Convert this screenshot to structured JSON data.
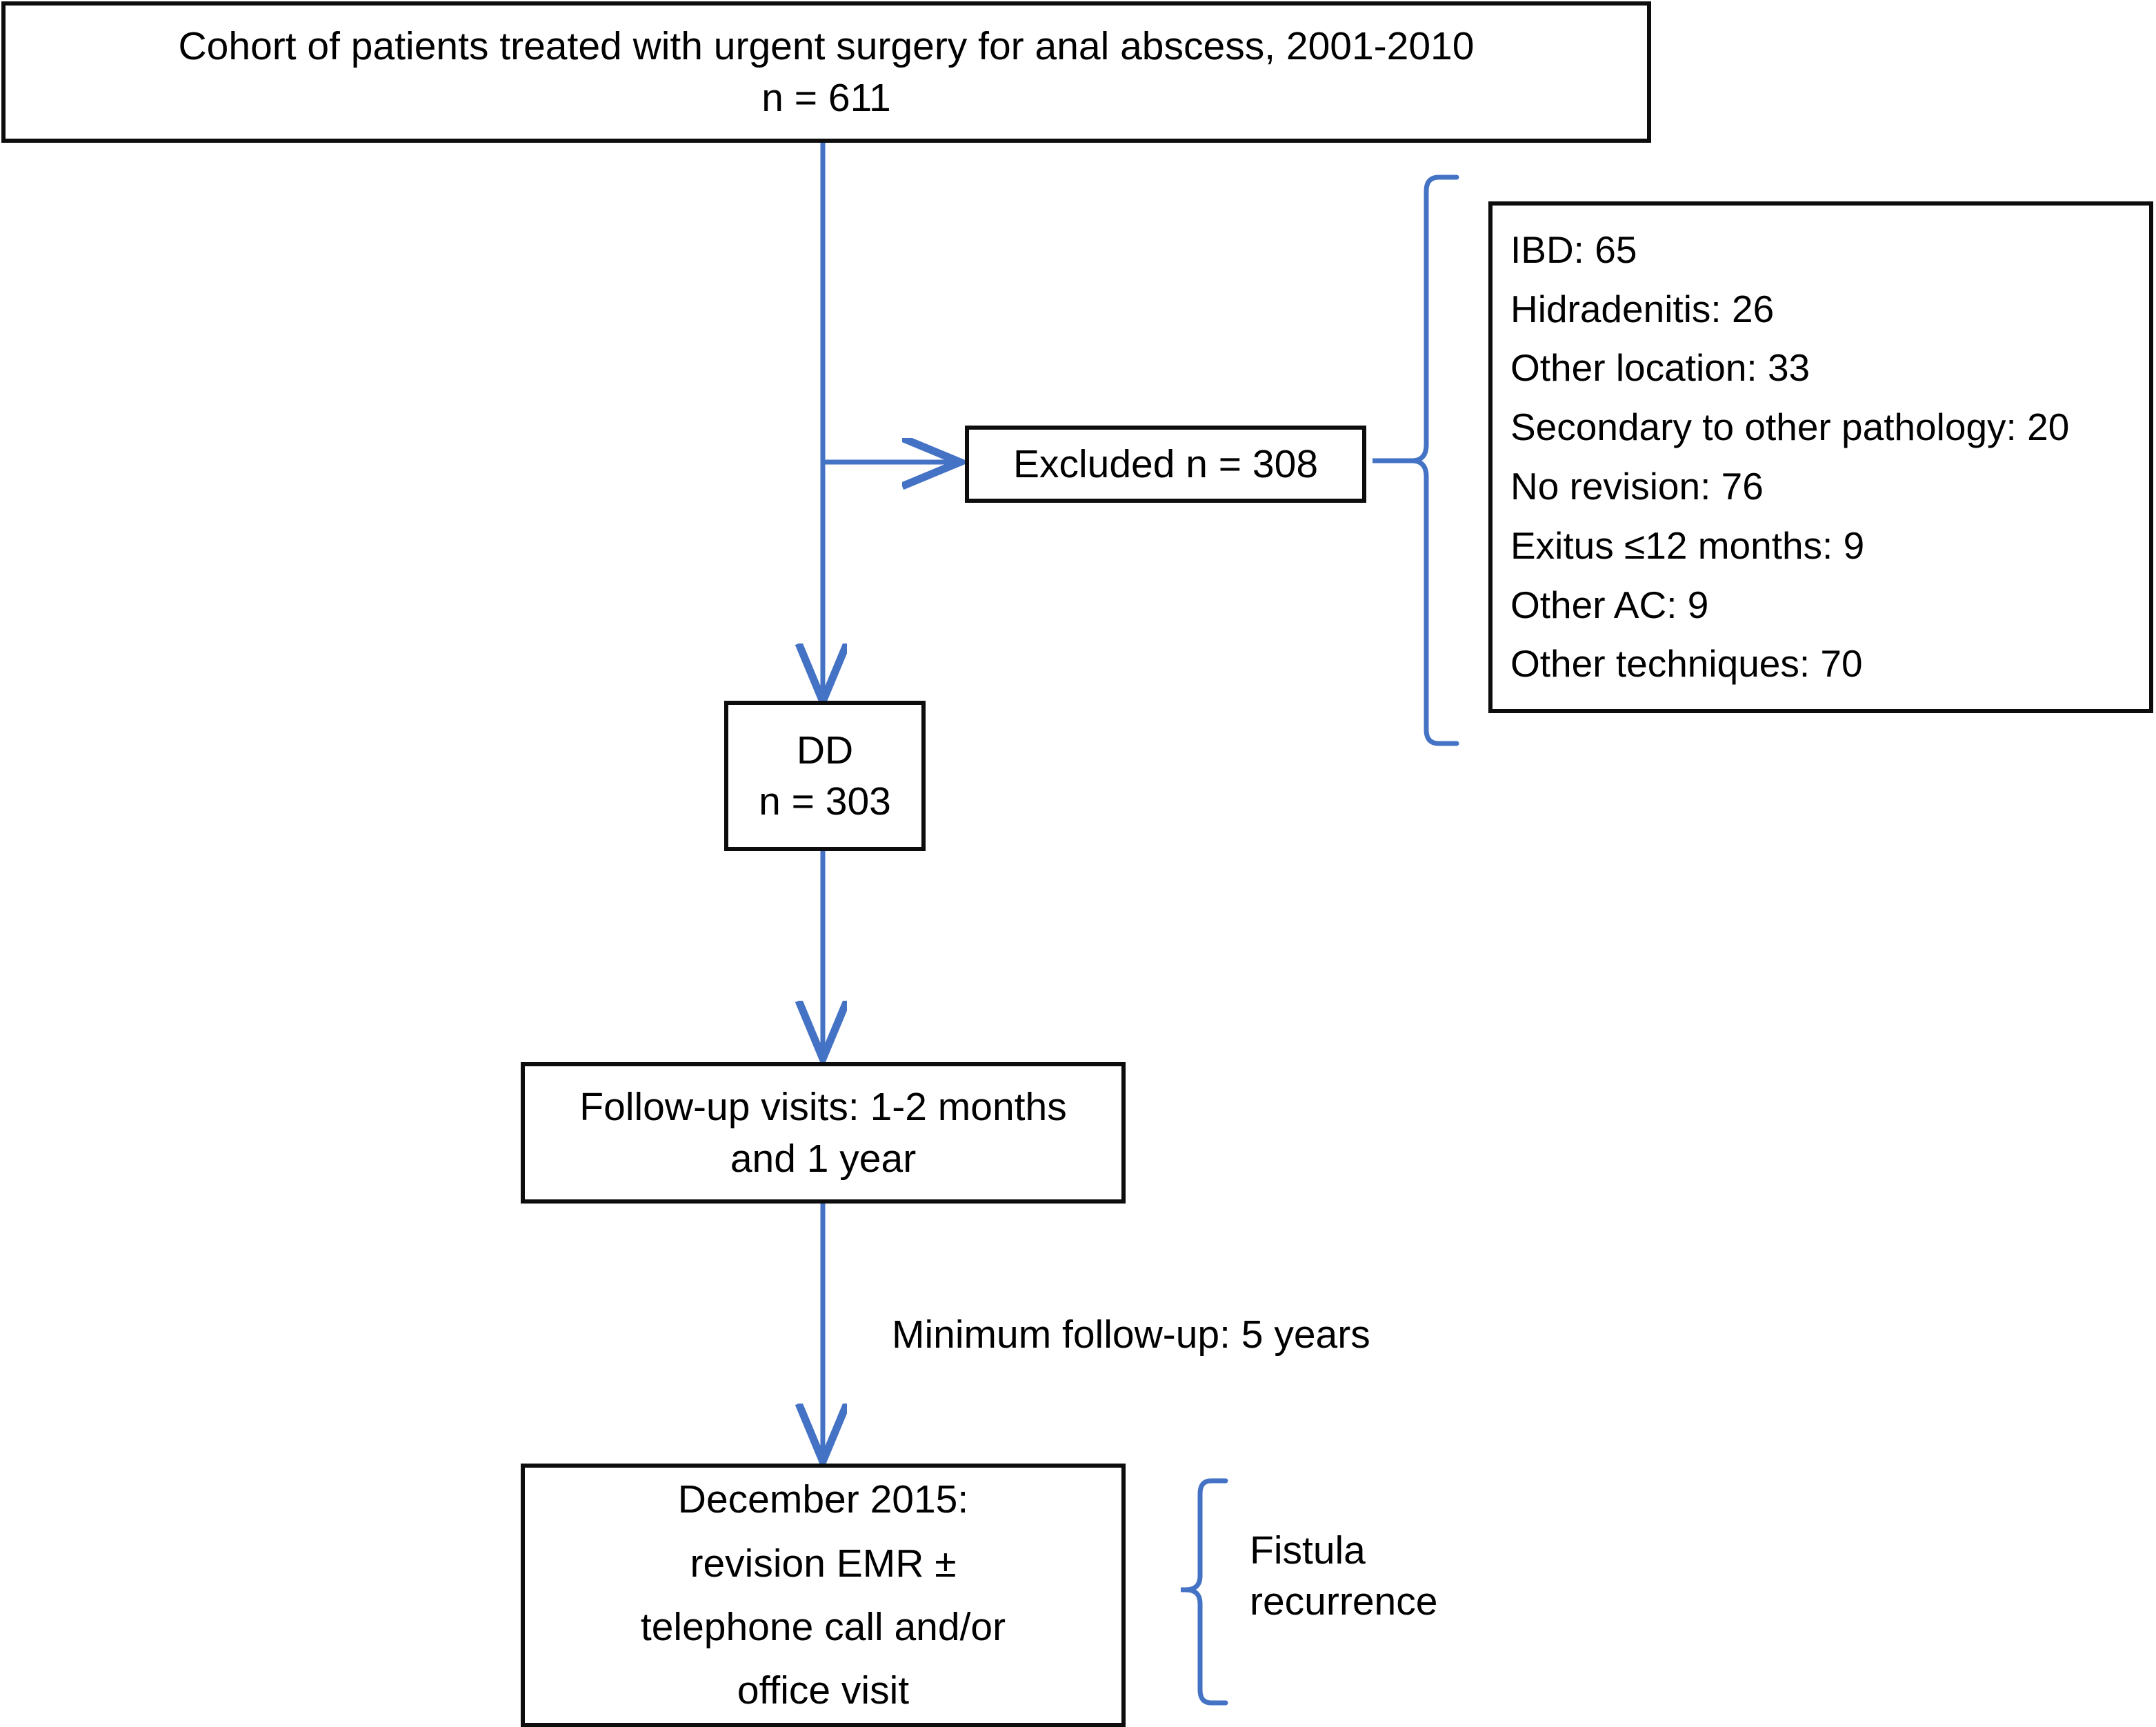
{
  "diagram": {
    "type": "flowchart",
    "accent_color": "#4472C4",
    "border_color": "#0D0D0D",
    "background_color": "#FFFFFF",
    "text_color": "#000000"
  },
  "nodes": {
    "cohort": {
      "line1": "Cohort of patients treated with urgent surgery for anal abscess, 2001-2010",
      "line2": "n = 611"
    },
    "excluded": {
      "label": "Excluded n = 308"
    },
    "exclusion_list": {
      "items": [
        "IBD: 65",
        "Hidradenitis: 26",
        "Other location: 33",
        "Secondary to other pathology: 20",
        "No revision: 76",
        "Exitus ≤12 months: 9",
        "Other AC: 9",
        "Other techniques: 70"
      ]
    },
    "dd": {
      "line1": "DD",
      "line2": "n = 303"
    },
    "followup": {
      "line1": "Follow-up visits: 1-2 months",
      "line2": "and 1 year"
    },
    "december": {
      "line1": "December 2015:",
      "line2": "revision EMR ±",
      "line3": "telephone call and/or",
      "line4": "office visit"
    }
  },
  "labels": {
    "minimum_followup": "Minimum follow-up: 5 years",
    "fistula_line1": "Fistula",
    "fistula_line2": "recurrence"
  },
  "chart_data": {
    "type": "flow-diagram",
    "title": "Cohort of patients treated with urgent surgery for anal abscess, 2001-2010",
    "total_n": 611,
    "excluded_n": 308,
    "included_n": 303,
    "exclusion_breakdown": [
      {
        "reason": "IBD",
        "count": 65
      },
      {
        "reason": "Hidradenitis",
        "count": 26
      },
      {
        "reason": "Other location",
        "count": 33
      },
      {
        "reason": "Secondary to other pathology",
        "count": 20
      },
      {
        "reason": "No revision",
        "count": 76
      },
      {
        "reason": "Exitus ≤12 months",
        "count": 9
      },
      {
        "reason": "Other AC",
        "count": 9
      },
      {
        "reason": "Other techniques",
        "count": 70
      }
    ],
    "study_period": "2001-2010",
    "minimum_followup_years": 5,
    "assessment_date": "December 2015",
    "outcome": "Fistula recurrence"
  }
}
